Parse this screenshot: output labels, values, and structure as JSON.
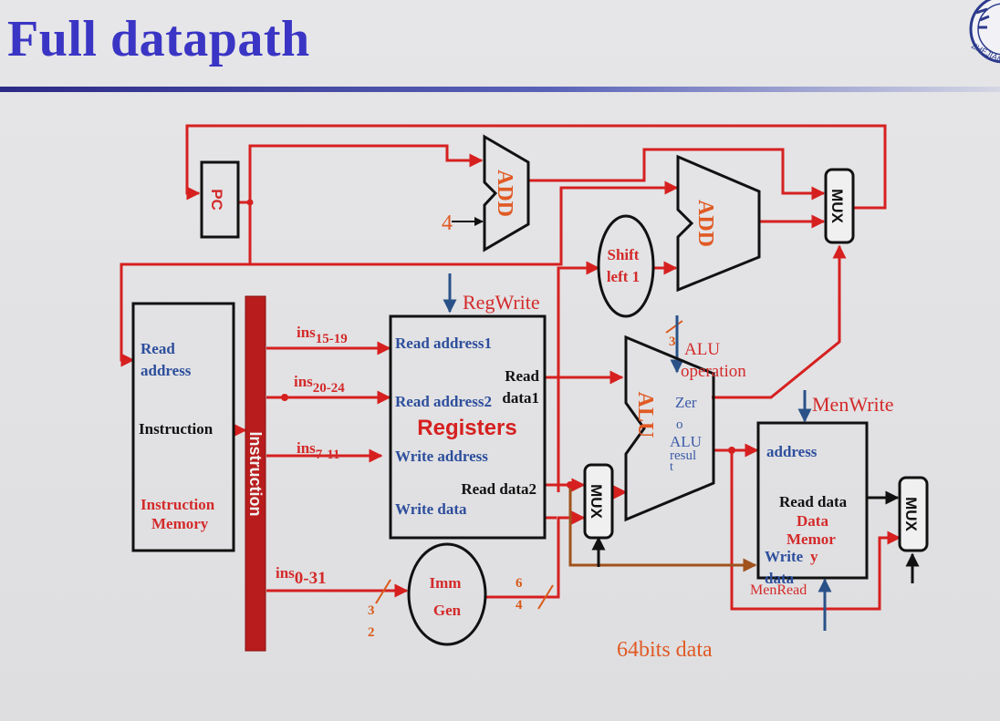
{
  "slide": {
    "title": "Full datapath",
    "logo_text": "ZHEJIANG"
  },
  "components": {
    "pc": "PC",
    "add1": "ADD",
    "add2": "ADD",
    "const_four": "4",
    "shift": {
      "line1": "Shift",
      "line2": "left 1"
    },
    "instruction_memory": {
      "read1": "Read",
      "read2": "address",
      "instruction": "Instruction",
      "name1": "Instruction",
      "name2": "Memory"
    },
    "instruction_bus": "Instruction",
    "registers": {
      "name": "Registers",
      "read_address1": "Read address1",
      "read_address2": "Read address2",
      "write_address": "Write address",
      "write_data": "Write data",
      "read_data1_a": "Read",
      "read_data1_b": "data1",
      "read_data2": "Read data2"
    },
    "imm_gen": {
      "line1": "Imm",
      "line2": "Gen"
    },
    "alu": {
      "name": "ALU",
      "zero_a": "Zer",
      "zero_b": "o",
      "result_a": "ALU",
      "result_b": "resul",
      "result_c": "t"
    },
    "data_memory": {
      "address": "address",
      "read_data": "Read data",
      "name1": "Data",
      "name2": "Memor",
      "name3": "y",
      "write_a": "Write",
      "write_b": "data"
    },
    "mux_top": "MUX",
    "mux_alu": "MUX",
    "mux_wb": "MUX"
  },
  "signals": {
    "ins_a": {
      "base": "ins",
      "sub": "15-19"
    },
    "ins_b": {
      "base": "ins",
      "sub": "20-24"
    },
    "ins_c": {
      "base": "ins",
      "sub": "7-11"
    },
    "ins_d": {
      "base": "ins",
      "sub": "0-31"
    },
    "reg_write": "RegWrite",
    "alu_width": "3",
    "alu_operation_a": "ALU",
    "alu_operation_b": "operation",
    "mem_write": "MenWrite",
    "mem_read": "MenRead",
    "width32_a": "3",
    "width32_b": "2",
    "width64_a": "6",
    "width64_b": "4",
    "data_note": "64bits data"
  },
  "colors": {
    "title": "#3a35c4",
    "wire": "#d62020",
    "bus": "#b81c1c",
    "label_blue": "#2d4e9c",
    "control": "#2a5288",
    "note": "#e05a24",
    "mem_wire": "#a0521c"
  }
}
